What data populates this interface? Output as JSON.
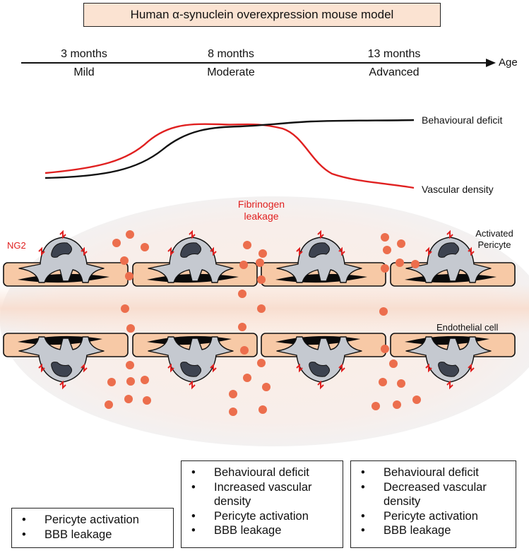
{
  "title": "Human α-synuclein overexpression mouse model",
  "timeline": {
    "axis_label": "Age",
    "stages": [
      {
        "age": "3 months",
        "severity": "Mild"
      },
      {
        "age": "8 months",
        "severity": "Moderate"
      },
      {
        "age": "13 months",
        "severity": "Advanced"
      }
    ]
  },
  "curves": {
    "behavioural": {
      "label": "Behavioural deficit",
      "color": "#111111"
    },
    "vascular": {
      "label": "Vascular density",
      "color": "#e02020"
    }
  },
  "labels": {
    "fibrinogen": "Fibrinogen\nleakage",
    "ng2": "NG2",
    "activated_pericyte": "Activated\nPericyte",
    "endothelial_cell": "Endothelial cell"
  },
  "colors": {
    "title_fill": "#fbe3d2",
    "endothelial_fill": "#f7c9a6",
    "fibrinogen_dot": "#ec6e4d",
    "pericyte_fill": "#c5c9d0",
    "nucleus_fill": "#3d4350",
    "ng2": "#e02020",
    "vessel_shade": "#f2efee"
  },
  "summaries": [
    {
      "items": [
        "Pericyte activation",
        "BBB leakage"
      ]
    },
    {
      "items": [
        "Behavioural deficit",
        "Increased vascular density",
        "Pericyte activation",
        "BBB leakage"
      ]
    },
    {
      "items": [
        "Behavioural deficit",
        "Decreased vascular density",
        "Pericyte activation",
        "BBB leakage"
      ]
    }
  ]
}
